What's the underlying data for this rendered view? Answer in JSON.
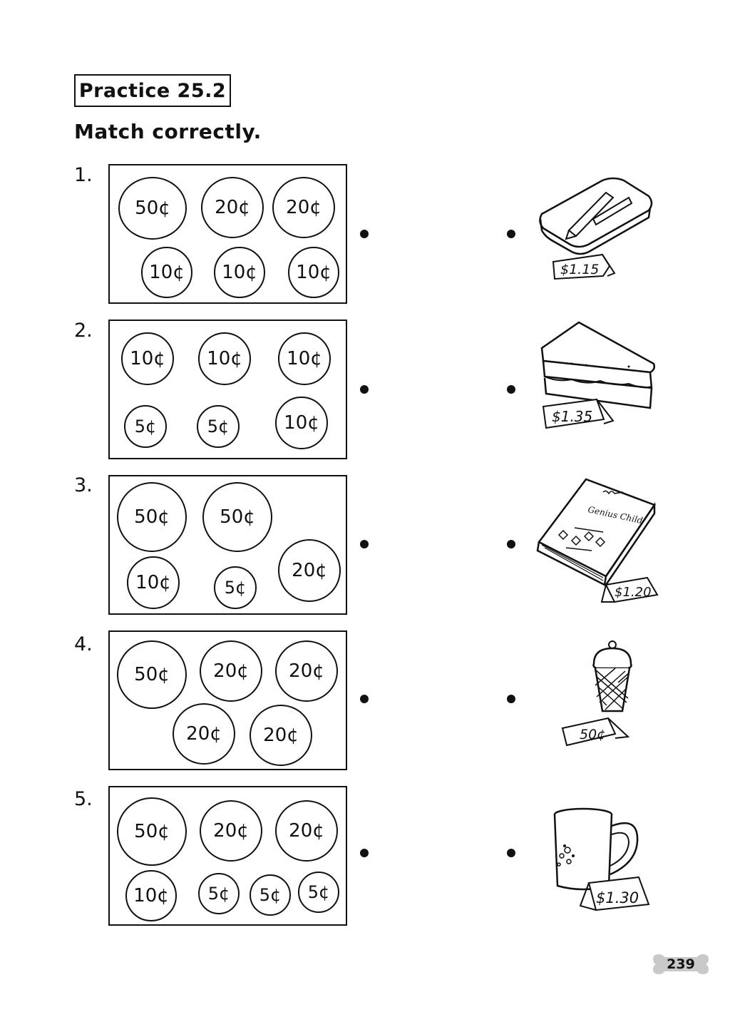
{
  "header": {
    "practice": "Practice  25.2",
    "instruction": "Match  correctly."
  },
  "questions": [
    {
      "number": "1.",
      "coins": [
        "50¢",
        "20¢",
        "20¢",
        "10¢",
        "10¢",
        "10¢"
      ],
      "item": "eraser",
      "price": "$1.15"
    },
    {
      "number": "2.",
      "coins": [
        "10¢",
        "10¢",
        "10¢",
        "5¢",
        "5¢",
        "10¢"
      ],
      "item": "sandwich",
      "price": "$1.35"
    },
    {
      "number": "3.",
      "coins": [
        "50¢",
        "50¢",
        "10¢",
        "5¢",
        "20¢"
      ],
      "item": "book",
      "book_title": "Genius Child",
      "price": "$1.20"
    },
    {
      "number": "4.",
      "coins": [
        "50¢",
        "20¢",
        "20¢",
        "20¢",
        "20¢"
      ],
      "item": "ice-cream",
      "price": "50¢"
    },
    {
      "number": "5.",
      "coins": [
        "50¢",
        "20¢",
        "20¢",
        "10¢",
        "5¢",
        "5¢",
        "5¢"
      ],
      "item": "mug",
      "price": "$1.30"
    }
  ],
  "footer": {
    "page_number": "239"
  }
}
